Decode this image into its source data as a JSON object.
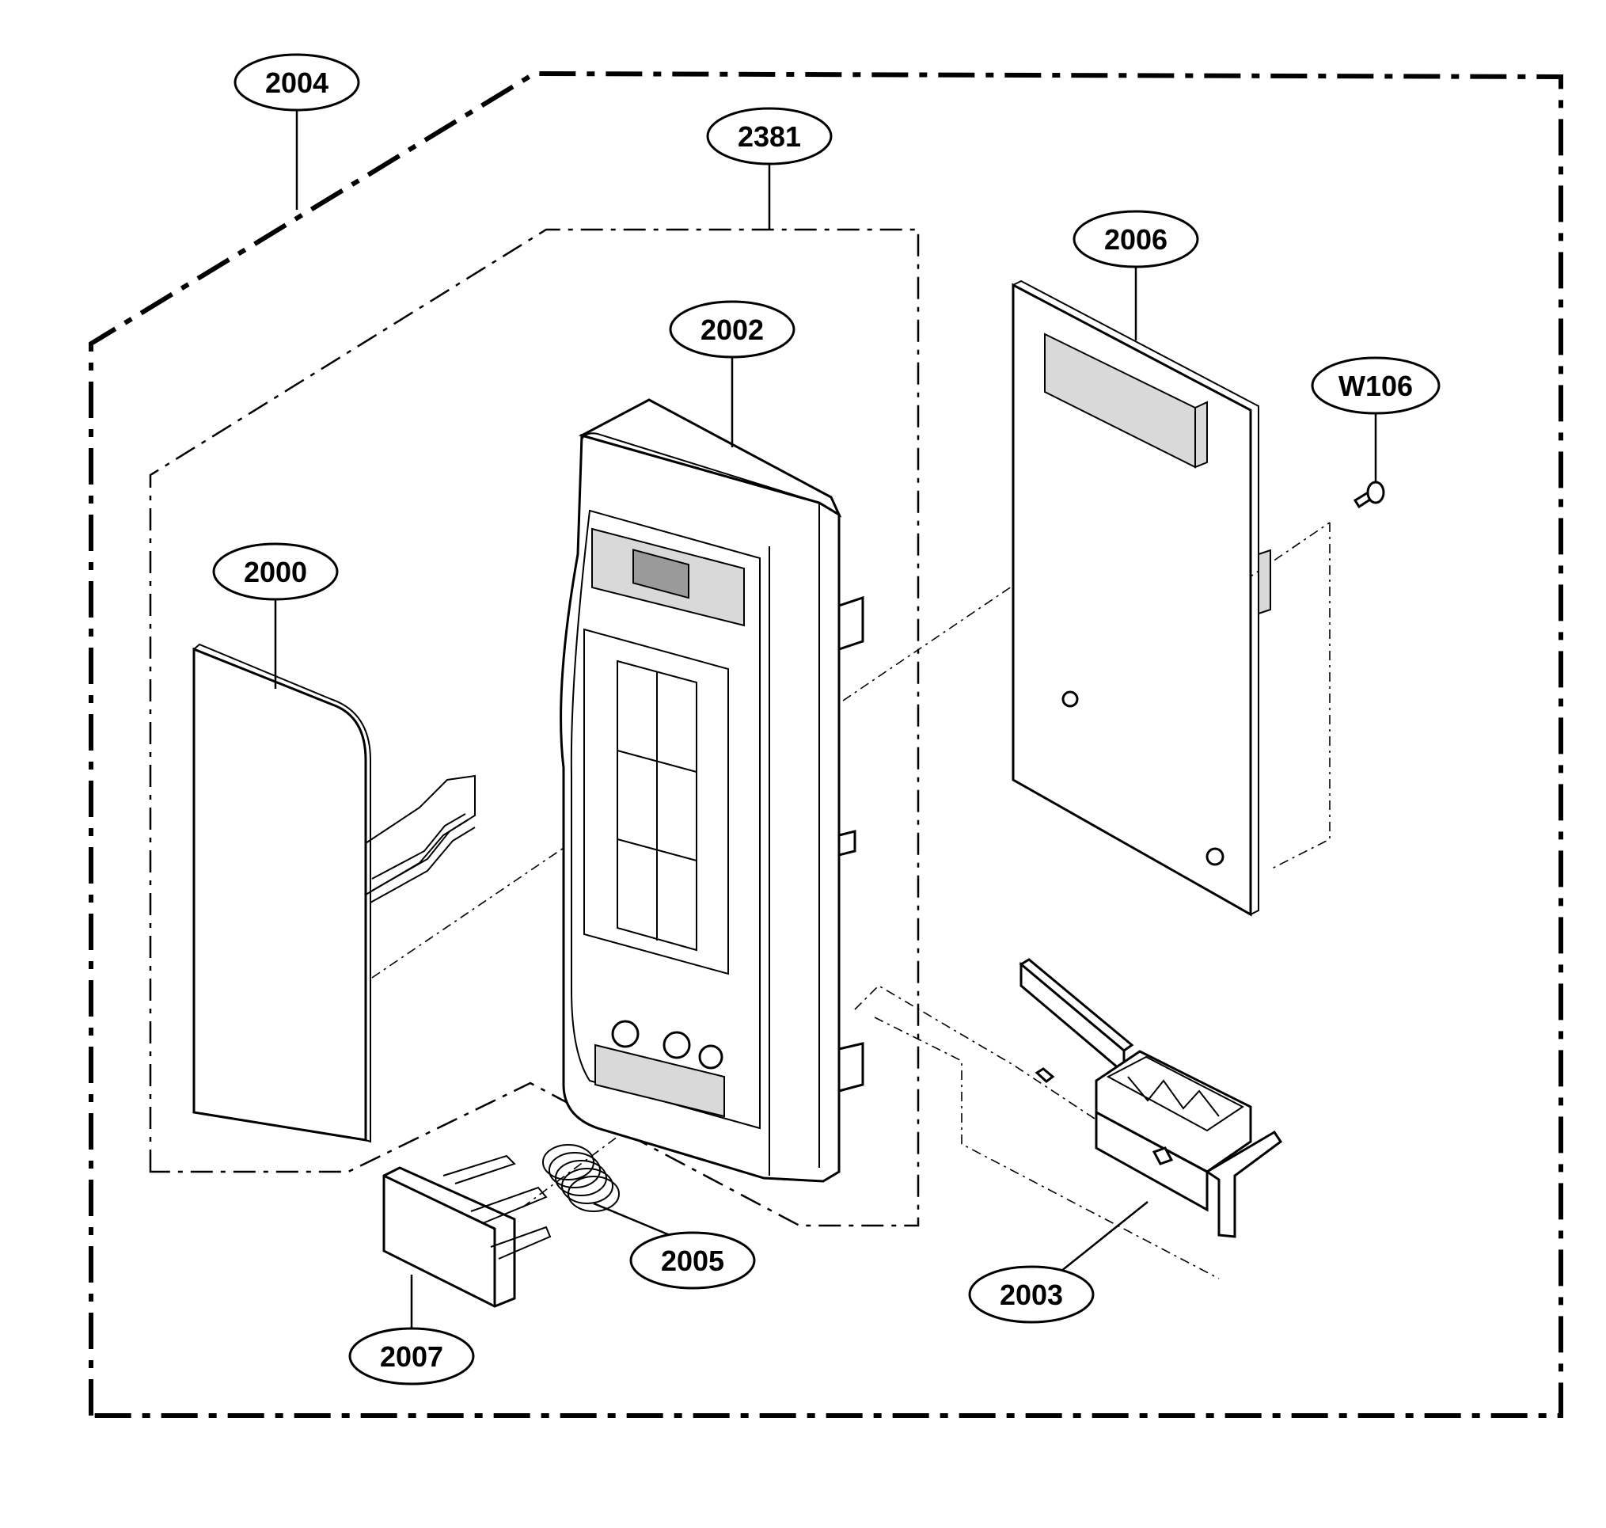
{
  "callouts": {
    "outer_assembly": "2004",
    "inner_assembly": "2381",
    "control_panel": "2002",
    "membrane": "2000",
    "pcb": "2006",
    "screw": "W106",
    "lever": "2003",
    "spring": "2005",
    "button": "2007"
  }
}
